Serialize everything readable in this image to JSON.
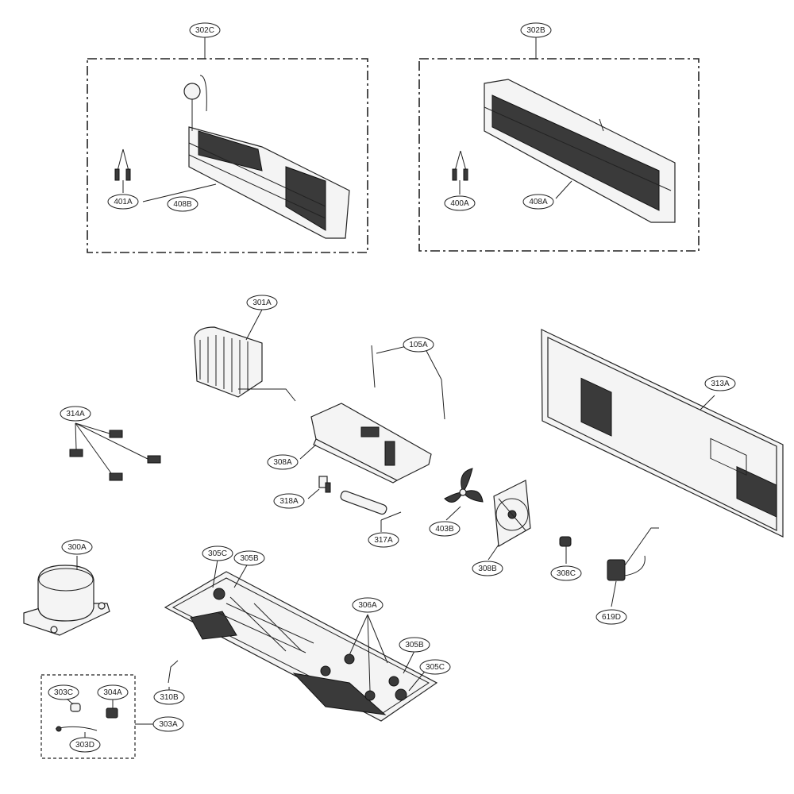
{
  "callouts": {
    "c302C": "302C",
    "c302B": "302B",
    "c401A": "401A",
    "c408B": "408B",
    "c400A": "400A",
    "c408A": "408A",
    "c301A": "301A",
    "c105A": "105A",
    "c313A": "313A",
    "c314A": "314A",
    "c308A": "308A",
    "c318A": "318A",
    "c317A": "317A",
    "c403B": "403B",
    "c308B": "308B",
    "c308C": "308C",
    "c619D": "619D",
    "c300A": "300A",
    "c305C_top": "305C",
    "c305B_top": "305B",
    "c306A": "306A",
    "c305B_bottom": "305B",
    "c305C_bottom": "305C",
    "c303C": "303C",
    "c304A": "304A",
    "c303D": "303D",
    "c310B": "310B",
    "c303A": "303A"
  },
  "icons": {
    "evaporator": "evaporator-coil-icon",
    "condenser": "condenser-coil-icon",
    "compressor": "compressor-icon",
    "fan": "fan-blade-icon"
  }
}
